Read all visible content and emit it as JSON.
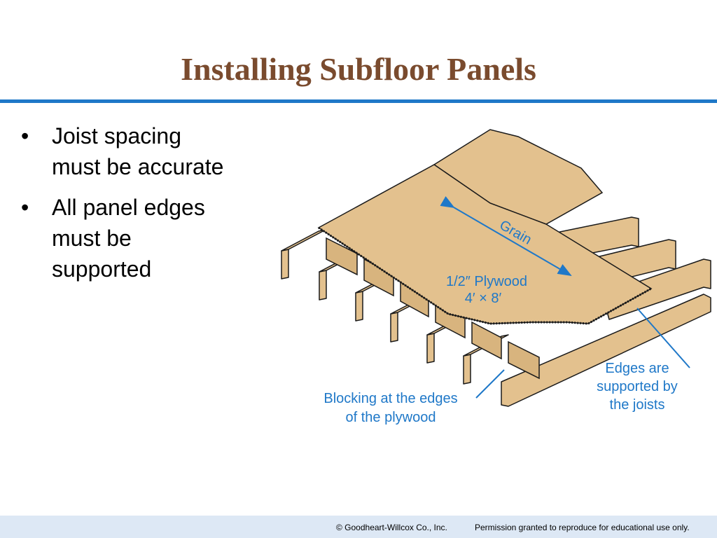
{
  "slide": {
    "title": "Installing Subfloor Panels",
    "bullets": [
      {
        "line1": "Joist spacing",
        "line2": "must be accurate",
        "line3": ""
      },
      {
        "line1": "All panel edges",
        "line2": "must be",
        "line3": "supported"
      }
    ]
  },
  "diagram": {
    "grain_label": "Grain",
    "plywood_label_1": "1/2″ Plywood",
    "plywood_label_2": "4′ × 8′",
    "edges_label_1": "Edges are",
    "edges_label_2": "supported by",
    "edges_label_3": "the joists",
    "blocking_label_1": "Blocking at the edges",
    "blocking_label_2": "of the plywood",
    "colors": {
      "wood": "#e3c18e",
      "wood_dark": "#d8b47e",
      "line": "#1a1a1a",
      "callout": "#1f78c8"
    }
  },
  "footer": {
    "copyright": "© Goodheart-Willcox Co., Inc.",
    "permission": "Permission granted to reproduce for educational use only."
  }
}
